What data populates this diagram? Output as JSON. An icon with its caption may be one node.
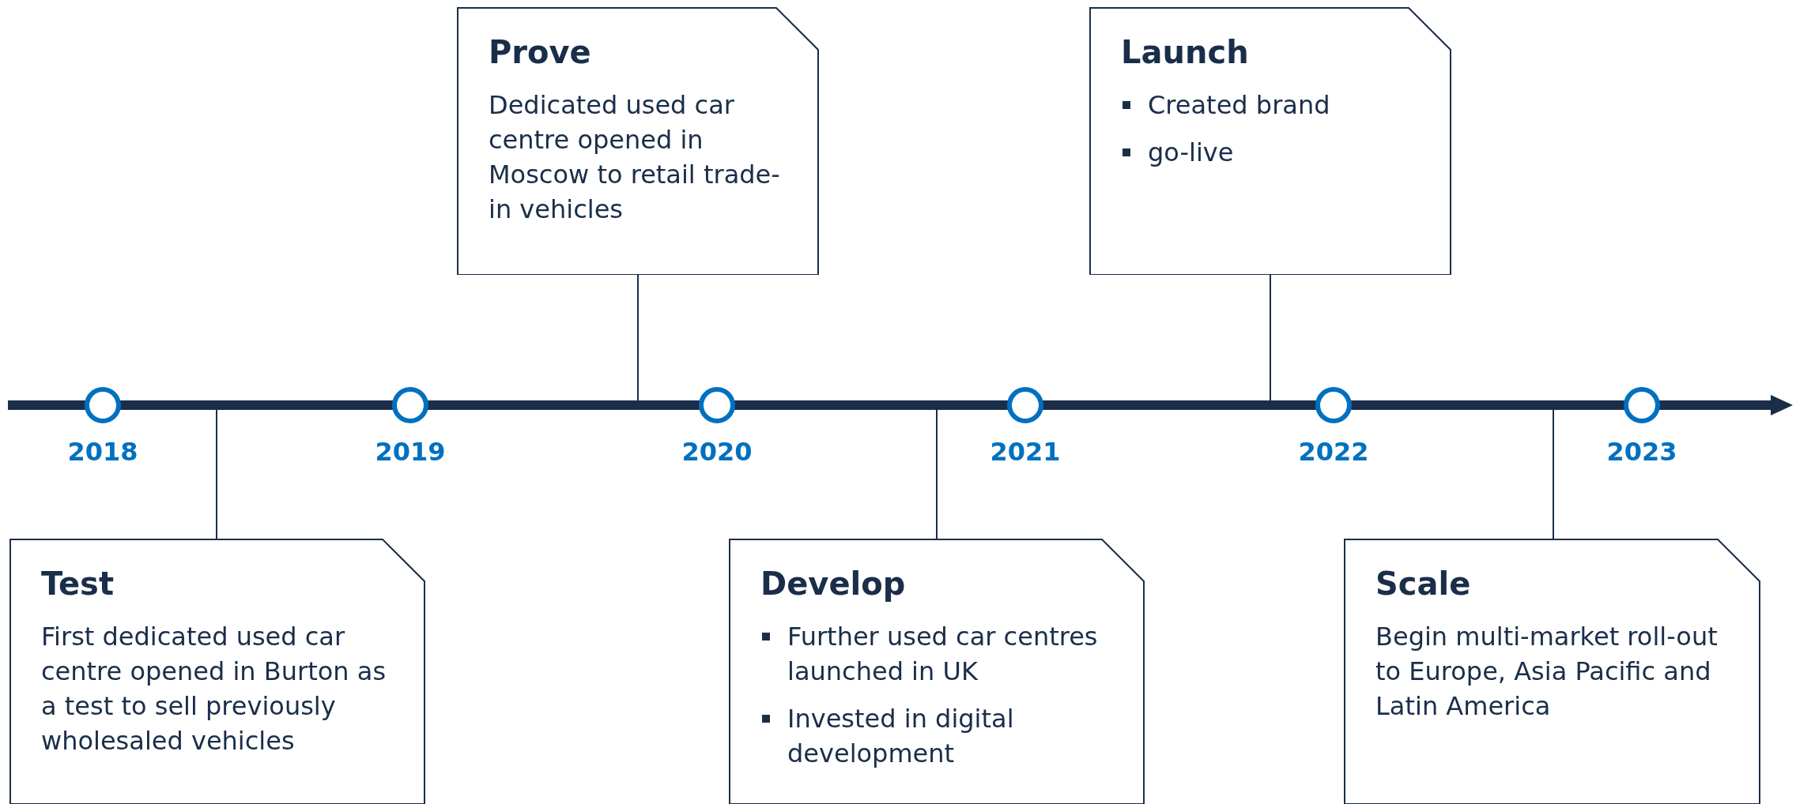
{
  "diagram": {
    "nodes": [
      {
        "text": [
          "Test",
          "First dedicated used car centre opened in Burton as a test to sell previously wholesaled vehicles"
        ]
      },
      {
        "text": [
          "Prove",
          "Dedicated used car centre opened in Moscow to retail trade-in vehicles"
        ]
      },
      {
        "text": [
          "Develop",
          "Further used car centres launched in UK",
          "Invested in digital development"
        ]
      },
      {
        "text": [
          "Launch",
          "Created brand",
          "go-live"
        ]
      },
      {
        "text": [
          "Scale",
          "Begin multi-market roll-out to Europe, Asia Pacific and Latin America"
        ]
      },
      {
        "text": [],
        "shape": "bar"
      }
    ],
    "edges": [
      {
        "from": 0,
        "to": 5,
        "arrow": "none"
      },
      {
        "from": 1,
        "to": 5,
        "arrow": "none"
      },
      {
        "from": 2,
        "to": 5,
        "arrow": "none"
      },
      {
        "from": 3,
        "to": 5,
        "arrow": "none"
      },
      {
        "from": 4,
        "to": 5,
        "arrow": "none"
      }
    ],
    "labels": [
      "2018",
      "2019",
      "2020",
      "2021",
      "2022",
      "2023"
    ]
  }
}
